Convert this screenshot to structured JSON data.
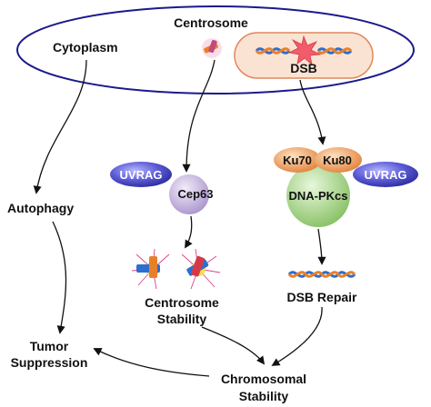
{
  "labels": {
    "cytoplasm": "Cytoplasm",
    "centrosome": "Centrosome",
    "dsb": "DSB",
    "uvrag_left": "UVRAG",
    "cep63": "Cep63",
    "ku70": "Ku70",
    "ku80": "Ku80",
    "uvrag_right": "UVRAG",
    "dna_pkcs": "DNA-PKcs",
    "autophagy": "Autophagy",
    "centrosome_stability_1": "Centrosome",
    "centrosome_stability_2": "Stability",
    "dsb_repair": "DSB Repair",
    "tumor_1": "Tumor",
    "tumor_2": "Suppression",
    "chromosomal_1": "Chromosomal",
    "chromosomal_2": "Stability"
  },
  "colors": {
    "cell_outline": "#1a1a8c",
    "dsb_box_fill": "#fbe3d3",
    "dsb_box_stroke": "#e0875a",
    "uvrag_fill": "#5a5ad6",
    "cep63_fill": "#c9b8e0",
    "ku_fill": "#f2a15a",
    "dna_pkcs_fill": "#a8d88a",
    "dna_blue": "#2c6ecf",
    "dna_orange": "#e8802a",
    "arrow": "#111111"
  }
}
